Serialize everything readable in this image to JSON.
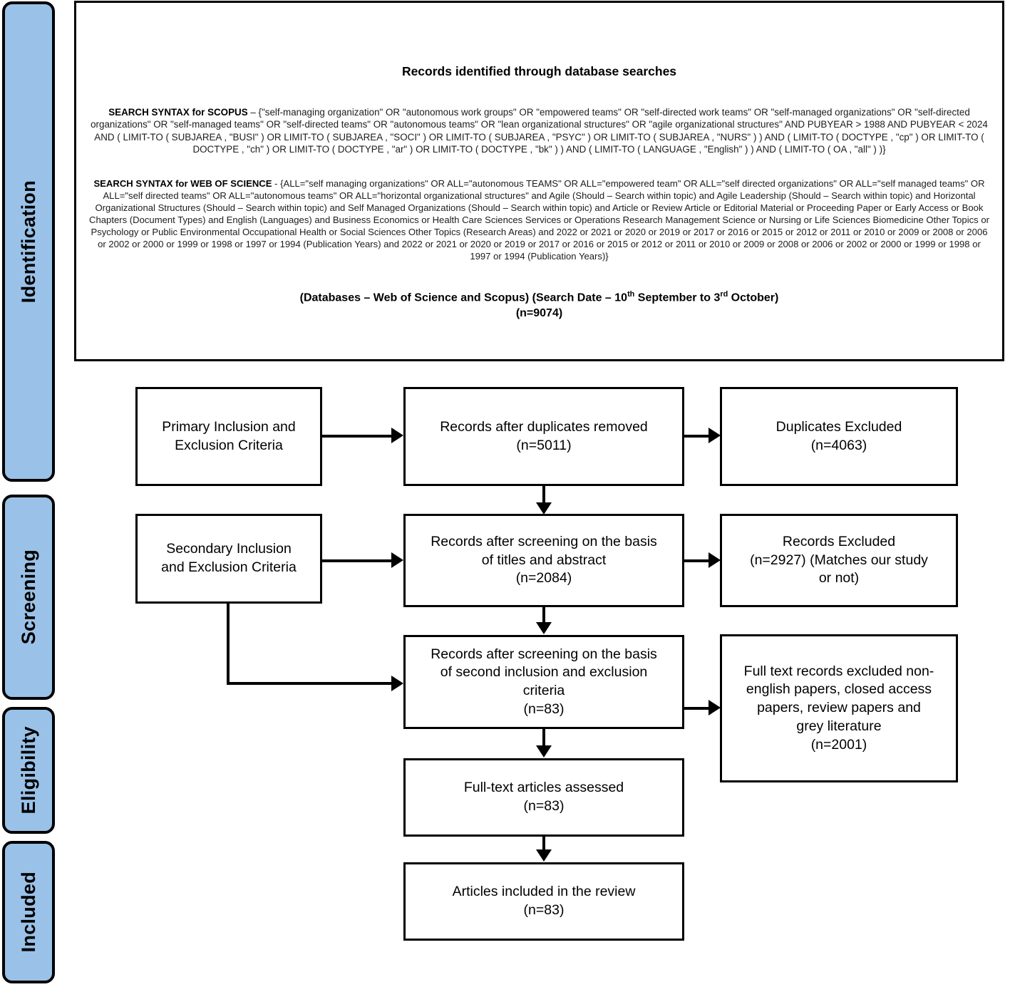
{
  "stages": [
    {
      "id": "identification",
      "label": "Identification"
    },
    {
      "id": "screening",
      "label": "Screening"
    },
    {
      "id": "eligibility",
      "label": "Eligibility"
    },
    {
      "id": "included",
      "label": "Included"
    }
  ],
  "identification": {
    "title": "Records identified through database searches",
    "scopus_lead": "SEARCH SYNTAX for SCOPUS",
    "scopus_body": " – {\"self-managing organization\" OR \"autonomous work groups\" OR \"empowered teams\" OR \"self-directed work teams\" OR \"self-managed organizations\" OR \"self-directed organizations\" OR \"self-managed teams\" OR \"self-directed teams\" OR \"autonomous teams\" OR \"lean organizational structures\" OR \"agile organizational structures\" AND PUBYEAR > 1988 AND PUBYEAR < 2024 AND ( LIMIT-TO ( SUBJAREA , \"BUSI\" ) OR LIMIT-TO ( SUBJAREA , \"SOCI\" ) OR LIMIT-TO ( SUBJAREA , \"PSYC\" ) OR LIMIT-TO ( SUBJAREA , \"NURS\" ) ) AND ( LIMIT-TO ( DOCTYPE , \"cp\" ) OR LIMIT-TO ( DOCTYPE , \"ch\" ) OR LIMIT-TO ( DOCTYPE , \"ar\" ) OR LIMIT-TO ( DOCTYPE , \"bk\" ) ) AND ( LIMIT-TO ( LANGUAGE , \"English\" ) ) AND ( LIMIT-TO ( OA , \"all\" ) )}",
    "wos_lead": "SEARCH SYNTAX for WEB OF SCIENCE",
    "wos_body": " - {ALL=\"self managing organizations\" OR ALL=\"autonomous TEAMS\" OR ALL=\"empowered team\" OR ALL=\"self directed organizations\" OR ALL=\"self managed teams\" OR ALL=\"self directed teams\" OR ALL=\"autonomous teams\" OR ALL=\"horizontal organizational structures\" and Agile (Should – Search within topic) and Agile Leadership (Should – Search within topic) and Horizontal Organizational Structures (Should – Search within topic) and Self Managed Organizations (Should – Search within topic) and Article or Review Article or Editorial Material or Proceeding Paper or Early Access or Book Chapters (Document Types) and English (Languages) and Business Economics or Health Care Sciences Services or Operations Research Management Science or Nursing or Life Sciences Biomedicine Other Topics or Psychology or Public Environmental Occupational Health or Social Sciences Other Topics (Research Areas) and 2022 or 2021 or 2020 or 2019 or 2017 or 2016 or 2015 or 2012 or 2011 or 2010 or 2009 or 2008 or 2006 or 2002 or 2000 or 1999 or 1998 or 1997 or 1994 (Publication Years) and 2022 or 2021 or 2020 or 2019 or 2017 or 2016 or 2015 or 2012 or 2011 or 2010 or 2009 or 2008 or 2006 or 2002 or 2000 or 1999 or 1998 or 1997 or 1994 (Publication Years)}",
    "databases_line_part1": "(Databases – Web of Science and Scopus) (Search Date – 10",
    "databases_sup1": "th",
    "databases_line_part2": " September to 3",
    "databases_sup2": "rd",
    "databases_line_part3": " October)",
    "total_count": "(n=9074)"
  },
  "boxes": {
    "primary_criteria": "Primary Inclusion and\nExclusion Criteria",
    "after_duplicates": "Records after duplicates removed\n(n=5011)",
    "duplicates_excluded": "Duplicates Excluded\n(n=4063)",
    "secondary_criteria": "Secondary Inclusion\nand Exclusion Criteria",
    "after_titles": "Records after screening on the basis\nof titles and abstract\n(n=2084)",
    "records_excluded": "Records Excluded\n(n=2927) (Matches our study\nor not)",
    "after_second_criteria": "Records after screening on the basis\nof second inclusion and exclusion\ncriteria\n(n=83)",
    "fulltext_excluded": "Full text records excluded non-\nenglish papers, closed access\npapers, review papers and\ngrey literature\n(n=2001)",
    "fulltext_assessed": "Full-text articles assessed\n(n=83)",
    "articles_included": "Articles included in the review\n(n=83)"
  },
  "colors": {
    "stage_bar_fill": "#9AC2E8",
    "stroke": "#000000",
    "background": "#ffffff"
  }
}
